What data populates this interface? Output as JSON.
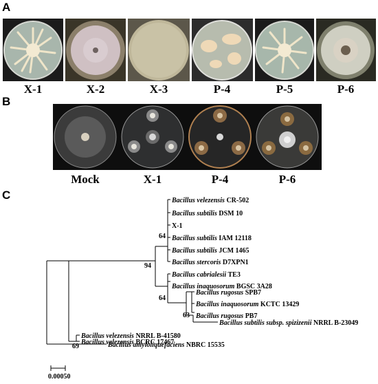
{
  "panels": {
    "a": {
      "letter": "A",
      "plates": [
        {
          "label": "X-1",
          "colony": "radial-cream",
          "medium": "#a9b7ad"
        },
        {
          "label": "X-2",
          "colony": "lawn-mauve",
          "medium": "#8a7d6a"
        },
        {
          "label": "X-3",
          "colony": "lawn-tan",
          "medium": "#c7c0a4"
        },
        {
          "label": "P-4",
          "colony": "patches",
          "medium": "#b7bcae"
        },
        {
          "label": "P-5",
          "colony": "radial-cream",
          "medium": "#a7b7ab"
        },
        {
          "label": "P-6",
          "colony": "lawn-ring",
          "medium": "#7f806d"
        }
      ]
    },
    "b": {
      "letter": "B",
      "plates": [
        {
          "label": "Mock",
          "treatment": "fungus-only"
        },
        {
          "label": "X-1",
          "treatment": "dual-culture"
        },
        {
          "label": "P-4",
          "treatment": "dual-culture"
        },
        {
          "label": "P-6",
          "treatment": "dual-culture"
        }
      ]
    },
    "c": {
      "letter": "C",
      "taxa": [
        {
          "species": "Bacillus velezensis",
          "strain": "CR-502"
        },
        {
          "species": "Bacillus subtilis",
          "strain": "DSM 10"
        },
        {
          "species": "",
          "strain": "X-1"
        },
        {
          "species": "Bacillus subtilis",
          "strain": "IAM 12118"
        },
        {
          "species": "Bacillus subtilis",
          "strain": "JCM 1465"
        },
        {
          "species": "Bacillus stercoris",
          "strain": "D7XPN1"
        },
        {
          "species": "Bacillus cabrialesii",
          "strain": "TE3"
        },
        {
          "species": "Bacillus inaquosorum",
          "strain": "BGSC 3A28"
        },
        {
          "species": "Bacillus rugosus",
          "strain": "SPB7"
        },
        {
          "species": "Bacillus inaquosorum",
          "strain": "KCTC 13429"
        },
        {
          "species": "Bacillus rugosus",
          "strain": "PB7"
        },
        {
          "species": "Bacillus subtilis subsp. spizizenii",
          "strain": "NRRL B-23049"
        },
        {
          "species": "Bacillus velezensis",
          "strain": "NRRL B-41580"
        },
        {
          "species": "Bacillus velezensis",
          "strain": "BCRC 17467"
        },
        {
          "species": "Bacillus amyloliquefaciens",
          "strain": "NBRC 15535"
        }
      ],
      "bootstrap": [
        "64",
        "94",
        "64",
        "63",
        "69"
      ],
      "scale_label": "0.00050"
    }
  }
}
